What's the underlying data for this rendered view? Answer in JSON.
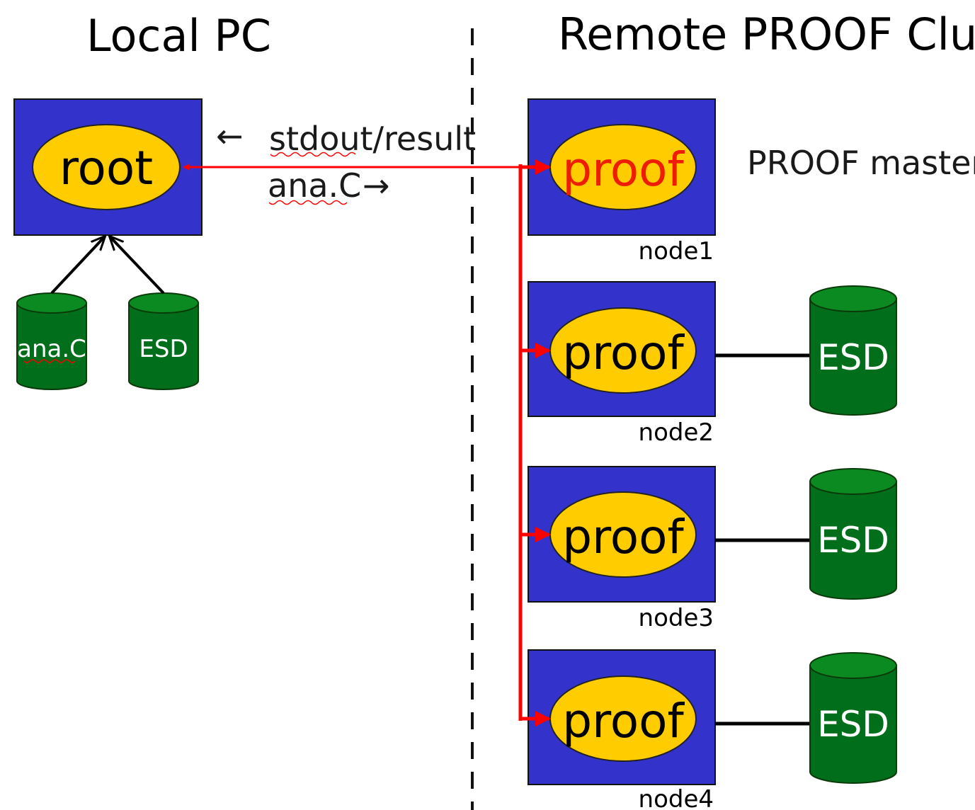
{
  "titles": {
    "local": "Local PC",
    "remote": "Remote PROOF Cluster"
  },
  "arrows": {
    "back_arrow": "←",
    "result_label": "stdout/result",
    "send_label": "ana.C",
    "forward_arrow": "→"
  },
  "local": {
    "process": "root",
    "databases": [
      "ana.C",
      "ESD"
    ]
  },
  "cluster": {
    "master_label": "PROOF master",
    "nodes": [
      {
        "process": "proof",
        "name": "node1",
        "storage": ""
      },
      {
        "process": "proof",
        "name": "node2",
        "storage": "ESD"
      },
      {
        "process": "proof",
        "name": "node3",
        "storage": "ESD"
      },
      {
        "process": "proof",
        "name": "node4",
        "storage": "ESD"
      }
    ]
  },
  "colors": {
    "box": "#3333cc",
    "oval": "#ffcc00",
    "database": "#006e1a",
    "link": "#ff0000",
    "master_process_text": "#ee1c00"
  }
}
